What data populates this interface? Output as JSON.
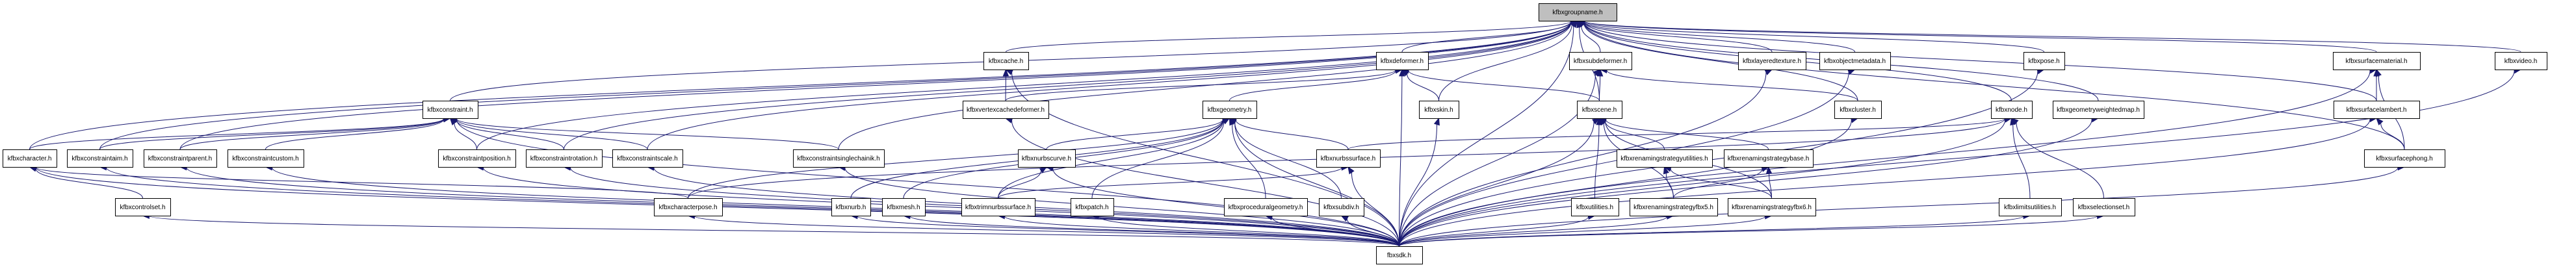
{
  "diagram": {
    "title": "kfbxgroupname.h include dependency graph",
    "root": "kfbxgroupname.h",
    "colors": {
      "edge": "#191970",
      "root_fill": "#bfbfbf",
      "node_fill": "#ffffff",
      "border": "#000000"
    },
    "nodes": [
      {
        "id": "groupname",
        "label": "kfbxgroupname.h",
        "root": true
      },
      {
        "id": "cache",
        "label": "kfbxcache.h"
      },
      {
        "id": "deformer",
        "label": "kfbxdeformer.h"
      },
      {
        "id": "subdeformer",
        "label": "kfbxsubdeformer.h"
      },
      {
        "id": "layeredtexture",
        "label": "kfbxlayeredtexture.h"
      },
      {
        "id": "objectmetadata",
        "label": "kfbxobjectmetadata.h"
      },
      {
        "id": "pose",
        "label": "kfbxpose.h"
      },
      {
        "id": "surfacematerial",
        "label": "kfbxsurfacematerial.h"
      },
      {
        "id": "video",
        "label": "kfbxvideo.h"
      },
      {
        "id": "constraint",
        "label": "kfbxconstraint.h"
      },
      {
        "id": "vertexcachedeformer",
        "label": "kfbxvertexcachedeformer.h"
      },
      {
        "id": "geometry",
        "label": "kfbxgeometry.h"
      },
      {
        "id": "skin",
        "label": "kfbxskin.h"
      },
      {
        "id": "scene",
        "label": "kfbxscene.h"
      },
      {
        "id": "cluster",
        "label": "kfbxcluster.h"
      },
      {
        "id": "node",
        "label": "kfbxnode.h"
      },
      {
        "id": "geometryweightedmap",
        "label": "kfbxgeometryweightedmap.h"
      },
      {
        "id": "surfacelambert",
        "label": "kfbxsurfacelambert.h"
      },
      {
        "id": "character",
        "label": "kfbxcharacter.h"
      },
      {
        "id": "constraintaim",
        "label": "kfbxconstraintaim.h"
      },
      {
        "id": "constraintparent",
        "label": "kfbxconstraintparent.h"
      },
      {
        "id": "constraintcustom",
        "label": "kfbxconstraintcustom.h"
      },
      {
        "id": "constraintposition",
        "label": "kfbxconstraintposition.h"
      },
      {
        "id": "constraintrotation",
        "label": "kfbxconstraintrotation.h"
      },
      {
        "id": "constraintscale",
        "label": "kfbxconstraintscale.h"
      },
      {
        "id": "constraintsinglechainik",
        "label": "kfbxconstraintsinglechainik.h"
      },
      {
        "id": "nurbscurve",
        "label": "kfbxnurbscurve.h"
      },
      {
        "id": "nurbssurface",
        "label": "kfbxnurbssurface.h"
      },
      {
        "id": "renamingstrategyutilities",
        "label": "kfbxrenamingstrategyutilities.h"
      },
      {
        "id": "renamingstrategybase",
        "label": "kfbxrenamingstrategybase.h"
      },
      {
        "id": "surfacephong",
        "label": "kfbxsurfacephong.h"
      },
      {
        "id": "controlset",
        "label": "kfbxcontrolset.h"
      },
      {
        "id": "characterpose",
        "label": "kfbxcharacterpose.h"
      },
      {
        "id": "nurb",
        "label": "kfbxnurb.h"
      },
      {
        "id": "mesh",
        "label": "kfbxmesh.h"
      },
      {
        "id": "trimnurbssurface",
        "label": "kfbxtrimnurbssurface.h"
      },
      {
        "id": "patch",
        "label": "kfbxpatch.h"
      },
      {
        "id": "proceduralgeometry",
        "label": "kfbxproceduralgeometry.h"
      },
      {
        "id": "subdiv",
        "label": "kfbxsubdiv.h"
      },
      {
        "id": "utilities",
        "label": "kfbxutilities.h"
      },
      {
        "id": "renamingstrategyfbx5",
        "label": "kfbxrenamingstrategyfbx5.h"
      },
      {
        "id": "renamingstrategyfbx6",
        "label": "kfbxrenamingstrategyfbx6.h"
      },
      {
        "id": "limitsutilities",
        "label": "kfbxlimitsutilities.h"
      },
      {
        "id": "selectionset",
        "label": "kfbxselectionset.h"
      },
      {
        "id": "fbxsdk",
        "label": "fbxsdk.h"
      }
    ],
    "edges": [
      [
        "cache",
        "groupname"
      ],
      [
        "deformer",
        "groupname"
      ],
      [
        "subdeformer",
        "groupname"
      ],
      [
        "layeredtexture",
        "groupname"
      ],
      [
        "objectmetadata",
        "groupname"
      ],
      [
        "pose",
        "groupname"
      ],
      [
        "surfacematerial",
        "groupname"
      ],
      [
        "video",
        "groupname"
      ],
      [
        "constraint",
        "groupname"
      ],
      [
        "skin",
        "groupname"
      ],
      [
        "cluster",
        "groupname"
      ],
      [
        "node",
        "groupname"
      ],
      [
        "geometryweightedmap",
        "groupname"
      ],
      [
        "surfacelambert",
        "groupname"
      ],
      [
        "surfacephong",
        "groupname"
      ],
      [
        "character",
        "groupname"
      ],
      [
        "constraintaim",
        "groupname"
      ],
      [
        "constraintparent",
        "groupname"
      ],
      [
        "constraintposition",
        "groupname"
      ],
      [
        "constraintrotation",
        "groupname"
      ],
      [
        "constraintscale",
        "groupname"
      ],
      [
        "constraintsinglechainik",
        "groupname"
      ],
      [
        "scene",
        "groupname"
      ],
      [
        "fbxsdk",
        "groupname"
      ],
      [
        "vertexcachedeformer",
        "cache"
      ],
      [
        "fbxsdk",
        "cache"
      ],
      [
        "vertexcachedeformer",
        "deformer"
      ],
      [
        "geometry",
        "deformer"
      ],
      [
        "skin",
        "deformer"
      ],
      [
        "scene",
        "deformer"
      ],
      [
        "fbxsdk",
        "deformer"
      ],
      [
        "scene",
        "subdeformer"
      ],
      [
        "cluster",
        "subdeformer"
      ],
      [
        "character",
        "constraint"
      ],
      [
        "constraintaim",
        "constraint"
      ],
      [
        "constraintparent",
        "constraint"
      ],
      [
        "constraintcustom",
        "constraint"
      ],
      [
        "constraintposition",
        "constraint"
      ],
      [
        "constraintrotation",
        "constraint"
      ],
      [
        "constraintscale",
        "constraint"
      ],
      [
        "constraintsinglechainik",
        "constraint"
      ],
      [
        "fbxsdk",
        "constraint"
      ],
      [
        "nurbscurve",
        "geometry"
      ],
      [
        "nurbssurface",
        "geometry"
      ],
      [
        "nurb",
        "geometry"
      ],
      [
        "mesh",
        "geometry"
      ],
      [
        "trimnurbssurface",
        "geometry"
      ],
      [
        "patch",
        "geometry"
      ],
      [
        "proceduralgeometry",
        "geometry"
      ],
      [
        "subdiv",
        "geometry"
      ],
      [
        "characterpose",
        "geometry"
      ],
      [
        "trimnurbssurface",
        "nurbscurve"
      ],
      [
        "trimnurbssurface",
        "nurbssurface"
      ],
      [
        "renamingstrategyutilities",
        "scene"
      ],
      [
        "renamingstrategybase",
        "scene"
      ],
      [
        "utilities",
        "scene"
      ],
      [
        "renamingstrategyfbx5",
        "scene"
      ],
      [
        "renamingstrategyfbx6",
        "scene"
      ],
      [
        "fbxsdk",
        "scene"
      ],
      [
        "renamingstrategyfbx5",
        "renamingstrategyutilities"
      ],
      [
        "renamingstrategyfbx6",
        "renamingstrategyutilities"
      ],
      [
        "renamingstrategyfbx5",
        "renamingstrategybase"
      ],
      [
        "renamingstrategyfbx6",
        "renamingstrategybase"
      ],
      [
        "limitsutilities",
        "node"
      ],
      [
        "selectionset",
        "node"
      ],
      [
        "fbxsdk",
        "node"
      ],
      [
        "nurbssurface",
        "node"
      ],
      [
        "characterpose",
        "node"
      ],
      [
        "surfacelambert",
        "surfacematerial"
      ],
      [
        "surfacephong",
        "surfacematerial"
      ],
      [
        "surfacephong",
        "surfacelambert"
      ],
      [
        "fbxsdk",
        "surfacelambert"
      ],
      [
        "controlset",
        "character"
      ],
      [
        "characterpose",
        "character"
      ],
      [
        "fbxsdk",
        "character"
      ],
      [
        "fbxsdk",
        "constraintaim"
      ],
      [
        "fbxsdk",
        "constraintparent"
      ],
      [
        "fbxsdk",
        "constraintcustom"
      ],
      [
        "fbxsdk",
        "constraintposition"
      ],
      [
        "fbxsdk",
        "constraintrotation"
      ],
      [
        "fbxsdk",
        "constraintscale"
      ],
      [
        "fbxsdk",
        "constraintsinglechainik"
      ],
      [
        "fbxsdk",
        "controlset"
      ],
      [
        "fbxsdk",
        "characterpose"
      ],
      [
        "fbxsdk",
        "nurb"
      ],
      [
        "fbxsdk",
        "mesh"
      ],
      [
        "fbxsdk",
        "trimnurbssurface"
      ],
      [
        "fbxsdk",
        "patch"
      ],
      [
        "fbxsdk",
        "proceduralgeometry"
      ],
      [
        "fbxsdk",
        "subdiv"
      ],
      [
        "fbxsdk",
        "nurbssurface"
      ],
      [
        "fbxsdk",
        "skin"
      ],
      [
        "fbxsdk",
        "utilities"
      ],
      [
        "fbxsdk",
        "renamingstrategyfbx5"
      ],
      [
        "fbxsdk",
        "renamingstrategyfbx6"
      ],
      [
        "fbxsdk",
        "cluster"
      ],
      [
        "fbxsdk",
        "limitsutilities"
      ],
      [
        "fbxsdk",
        "selectionset"
      ],
      [
        "fbxsdk",
        "geometryweightedmap"
      ],
      [
        "fbxsdk",
        "objectmetadata"
      ],
      [
        "fbxsdk",
        "layeredtexture"
      ],
      [
        "fbxsdk",
        "pose"
      ],
      [
        "fbxsdk",
        "surfacephong"
      ],
      [
        "fbxsdk",
        "surfacematerial"
      ],
      [
        "fbxsdk",
        "video"
      ],
      [
        "fbxsdk",
        "vertexcachedeformer"
      ],
      [
        "fbxsdk",
        "geometry"
      ],
      [
        "fbxsdk",
        "nurbscurve"
      ],
      [
        "fbxsdk",
        "subdeformer"
      ]
    ]
  }
}
